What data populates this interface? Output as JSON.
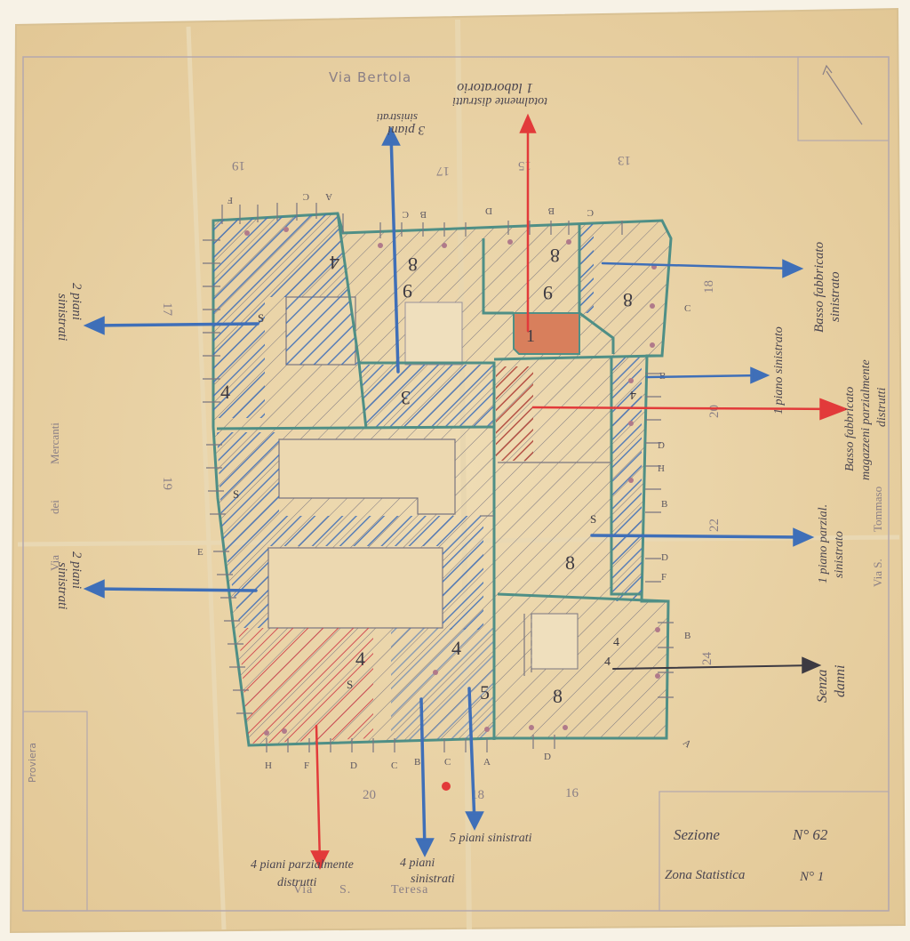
{
  "colors": {
    "paper": "#ecd8b0",
    "paper_edge": "#d9c193",
    "frame": "#b4a8ad",
    "outline": "#4f8f86",
    "hatch": "#7a7680",
    "blue": "#3f6fb8",
    "red": "#e23a3a",
    "dark": "#3d3a42",
    "pencil": "#4a4550",
    "orange_fill": "#d87f5c"
  },
  "streets": {
    "top": "Via Bertola",
    "left_1": "Via",
    "left_2": "dei",
    "left_3": "Mercanti",
    "right_1": "Via S.",
    "right_2": "Tommaso",
    "bottom_1": "Via",
    "bottom_2": "S.",
    "bottom_3": "Teresa",
    "corner": "Proviera"
  },
  "block_numbers": {
    "n19_top": "19",
    "n17_top": "17",
    "n15_top": "15",
    "n13_top": "13",
    "n17_left": "17",
    "n19_left": "19",
    "n18_right": "18",
    "n20_right": "20",
    "n22_right": "22",
    "n24_right": "24",
    "n20_bottom": "20",
    "n18_bottom": "18",
    "n16_bottom": "16"
  },
  "notes": {
    "top_red_1": "1 laboratorio",
    "top_red_2": "totalmente distrutti",
    "top_blue_1": "3 piani",
    "top_blue_2": "sinistrati",
    "left_top_1": "2 piani",
    "left_top_2": "sinistrati",
    "left_bottom_1": "2 piani",
    "left_bottom_2": "sinistrati",
    "right_18_1": "Basso fabbricato",
    "right_18_2": "sinistrato",
    "right_20a": "1 piano sinistrato",
    "right_20b_1": "Basso fabbricato",
    "right_20b_2": "magazzeni parzialmente",
    "right_20b_3": "distrutti",
    "right_22_1": "1 piano parzial.",
    "right_22_2": "sinistrato",
    "right_24_1": "Senza",
    "right_24_2": "danni",
    "bottom_red_1": "4 piani parzialmente",
    "bottom_red_2": "distrutti",
    "bottom_blue_1": "4 piani",
    "bottom_blue_2": "sinistrati",
    "bottom_right": "5 piani sinistrati"
  },
  "plan_labels": {
    "floors_4a": "4",
    "floors_4b": "4",
    "floors_4c": "4",
    "floors_4d": "4",
    "floors_4e": "4",
    "floors_4f": "4",
    "floors_4g": "4",
    "floors_3": "3",
    "floors_5": "5",
    "floors_8a": "8",
    "floors_8b": "8",
    "floors_8c": "8",
    "floors_8d": "8",
    "floors_8e": "8",
    "floors_9a": "9",
    "floors_9b": "9",
    "floors_1": "1",
    "s_mark": "S",
    "letter_A": "A",
    "letter_B": "B",
    "letter_C": "C",
    "letter_D": "D",
    "letter_F": "F",
    "letter_H": "H",
    "letter_E": "E"
  },
  "cartouche": {
    "sezione_label": "Sezione",
    "sezione_value": "N° 62",
    "zona_label": "Zona Statistica",
    "zona_value": "N° 1"
  },
  "icons": {
    "north_arrow": "north-arrow-icon"
  }
}
